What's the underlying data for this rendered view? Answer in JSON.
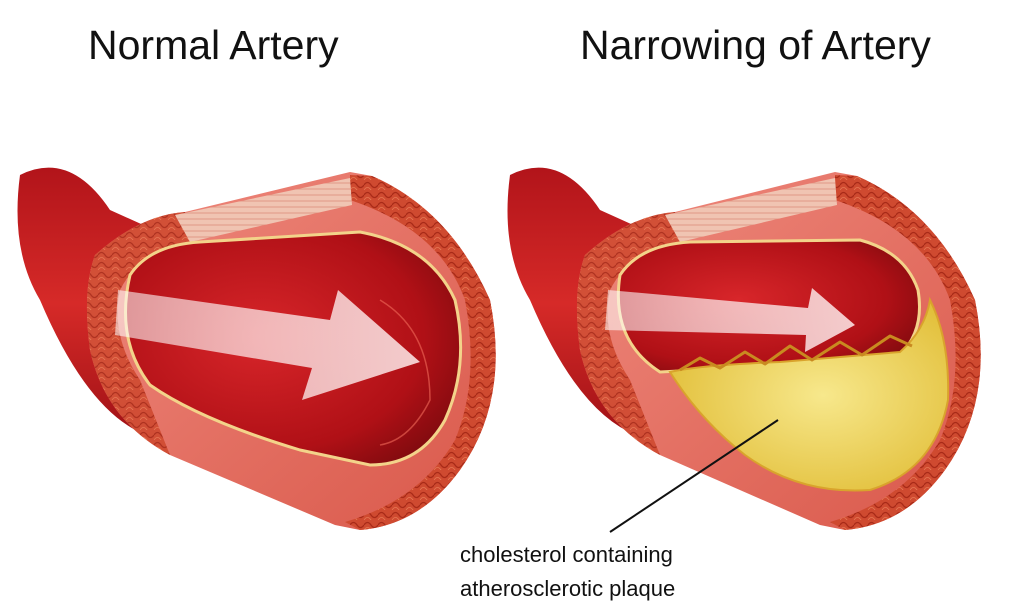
{
  "titles": {
    "normal": "Normal Artery",
    "narrowed": "Narrowing of Artery"
  },
  "annotation": {
    "line1": "cholesterol containing",
    "line2": "atherosclerotic plaque"
  },
  "colors": {
    "blood": "#c4161c",
    "wall_outer": "#e8746a",
    "wall_inner": "#f1c9b9",
    "muscle": "#c9422a",
    "plaque": "#f1dc6a",
    "arrow": "#f6c7c7"
  }
}
